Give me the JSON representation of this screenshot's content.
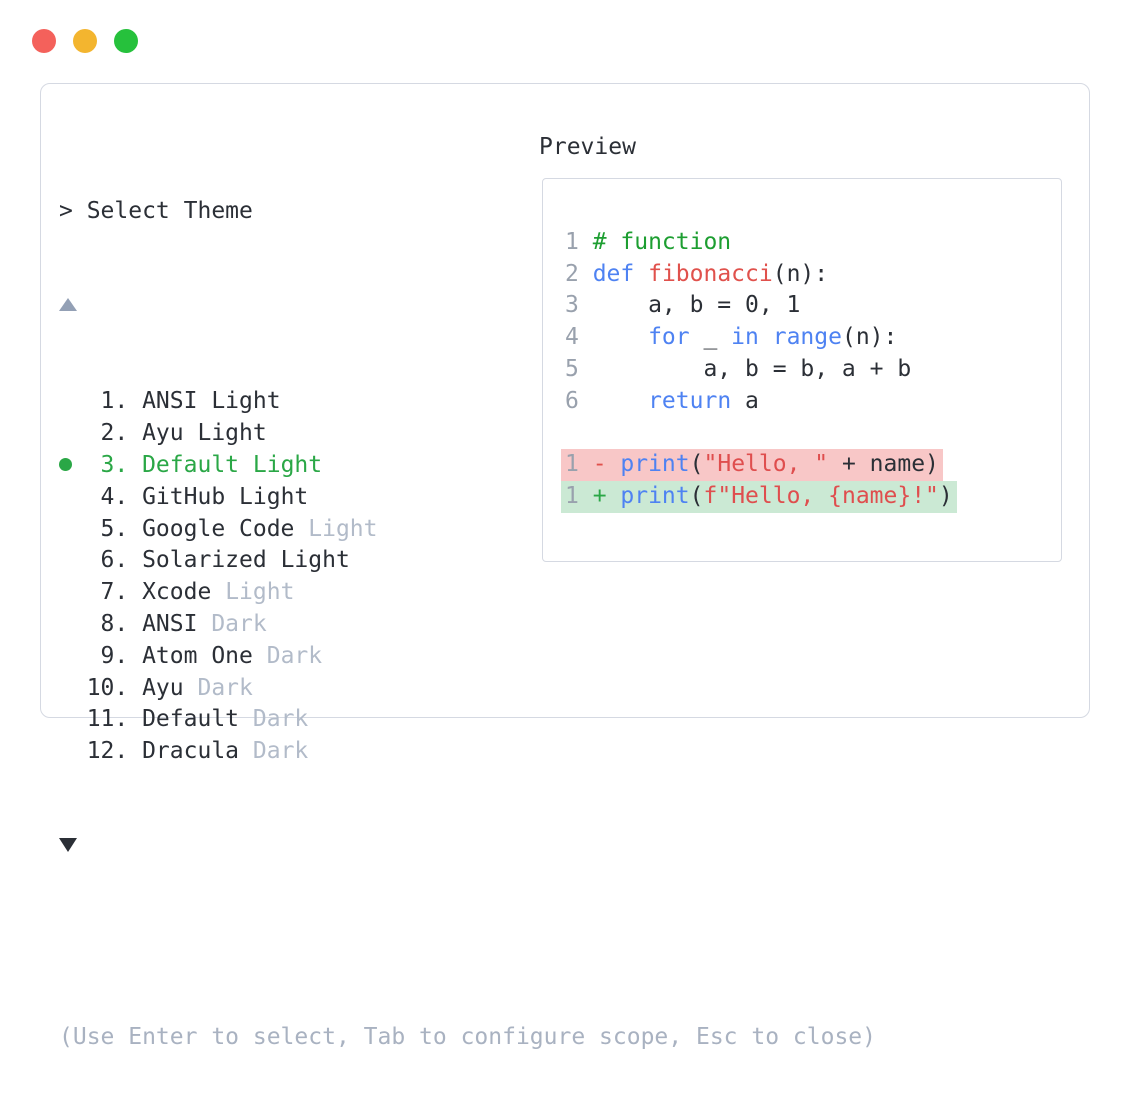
{
  "window": {
    "controls": [
      {
        "name": "close",
        "color": "#f4615b"
      },
      {
        "name": "minimize",
        "color": "#f3b52f"
      },
      {
        "name": "maximize",
        "color": "#26c13c"
      }
    ]
  },
  "selector": {
    "prompt": "> Select Theme",
    "scroll_up_icon": "triangle-up",
    "scroll_down_icon": "triangle-down",
    "items": [
      {
        "number": 1,
        "name": "ANSI",
        "variant": "Light",
        "variant_muted": false,
        "selected": false
      },
      {
        "number": 2,
        "name": "Ayu",
        "variant": "Light",
        "variant_muted": false,
        "selected": false
      },
      {
        "number": 3,
        "name": "Default",
        "variant": "Light",
        "variant_muted": false,
        "selected": true
      },
      {
        "number": 4,
        "name": "GitHub",
        "variant": "Light",
        "variant_muted": false,
        "selected": false
      },
      {
        "number": 5,
        "name": "Google Code",
        "variant": "Light",
        "variant_muted": true,
        "selected": false
      },
      {
        "number": 6,
        "name": "Solarized",
        "variant": "Light",
        "variant_muted": false,
        "selected": false
      },
      {
        "number": 7,
        "name": "Xcode",
        "variant": "Light",
        "variant_muted": true,
        "selected": false
      },
      {
        "number": 8,
        "name": "ANSI",
        "variant": "Dark",
        "variant_muted": true,
        "selected": false
      },
      {
        "number": 9,
        "name": "Atom One",
        "variant": "Dark",
        "variant_muted": true,
        "selected": false
      },
      {
        "number": 10,
        "name": "Ayu",
        "variant": "Dark",
        "variant_muted": true,
        "selected": false
      },
      {
        "number": 11,
        "name": "Default",
        "variant": "Dark",
        "variant_muted": true,
        "selected": false
      },
      {
        "number": 12,
        "name": "Dracula",
        "variant": "Dark",
        "variant_muted": true,
        "selected": false
      }
    ],
    "hint": "(Use Enter to select, Tab to configure scope, Esc to close)"
  },
  "preview": {
    "title": "Preview",
    "lines": [
      {
        "num": "1",
        "tokens": [
          [
            "# function",
            "comment"
          ]
        ]
      },
      {
        "num": "2",
        "tokens": [
          [
            "def",
            "keyword"
          ],
          [
            " ",
            "plain"
          ],
          [
            "fibonacci",
            "function"
          ],
          [
            "(n):",
            "plain"
          ]
        ]
      },
      {
        "num": "3",
        "tokens": [
          [
            "    a, b = 0, 1",
            "plain"
          ]
        ]
      },
      {
        "num": "4",
        "tokens": [
          [
            "    ",
            "plain"
          ],
          [
            "for",
            "keyword"
          ],
          [
            " _ ",
            "plain"
          ],
          [
            "in",
            "keyword"
          ],
          [
            " ",
            "plain"
          ],
          [
            "range",
            "keyword"
          ],
          [
            "(n):",
            "plain"
          ]
        ]
      },
      {
        "num": "5",
        "tokens": [
          [
            "        a, b = b, a + b",
            "plain"
          ]
        ]
      },
      {
        "num": "6",
        "tokens": [
          [
            "    ",
            "plain"
          ],
          [
            "return",
            "keyword"
          ],
          [
            " a",
            "plain"
          ]
        ]
      },
      {
        "num": "",
        "tokens": []
      },
      {
        "num": "1",
        "diff": "removed",
        "tokens": [
          [
            "- ",
            "removed-marker"
          ],
          [
            "print",
            "keyword"
          ],
          [
            "(",
            "plain"
          ],
          [
            "\"Hello, \"",
            "string"
          ],
          [
            " + name)",
            "plain"
          ]
        ]
      },
      {
        "num": "1",
        "diff": "added",
        "tokens": [
          [
            "+ ",
            "added-marker"
          ],
          [
            "print",
            "keyword"
          ],
          [
            "(",
            "plain"
          ],
          [
            "f\"Hello, {name}!\"",
            "string"
          ],
          [
            ")",
            "plain"
          ]
        ]
      }
    ]
  },
  "colors": {
    "accent_green": "#2aa746",
    "comment_green": "#1d9e31",
    "keyword_blue": "#4e82f2",
    "function_red": "#e0514c",
    "string_red": "#df4e4e",
    "text_dark": "#2b2f36",
    "muted": "#b2bbc9",
    "linenum": "#99a1ad",
    "hint": "#a9b2c1",
    "scroll_muted": "#93a0b5",
    "border": "#d5d9e2",
    "removed_bg": "#f8c7c7",
    "added_bg": "#cbe9d4",
    "light_red": "#f4615b",
    "light_yellow": "#f3b52f",
    "light_green": "#26c13c"
  }
}
